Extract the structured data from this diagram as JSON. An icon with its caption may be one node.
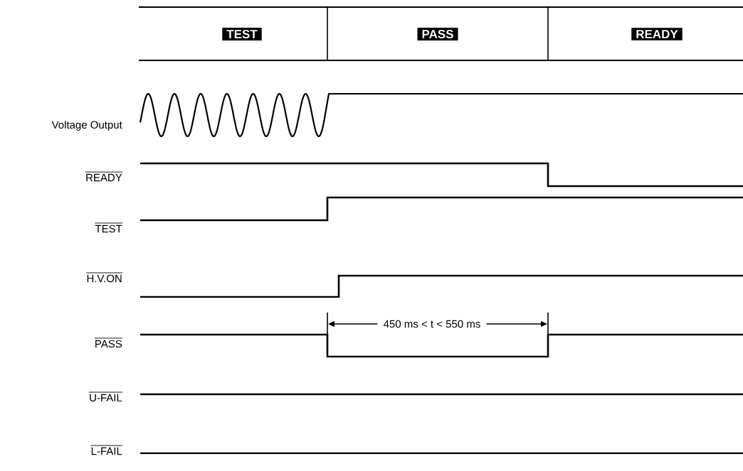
{
  "diagram": {
    "nodes": [
      {
        "text": [
          "TEST"
        ]
      },
      {
        "text": [
          "PASS"
        ]
      },
      {
        "text": [
          "READY"
        ]
      }
    ],
    "labels": [
      "Voltage Output",
      "READY",
      "TEST",
      "H.V.ON",
      "PASS",
      "450 ms < t < 550 ms",
      "U-FAIL",
      "L-FAIL"
    ]
  }
}
